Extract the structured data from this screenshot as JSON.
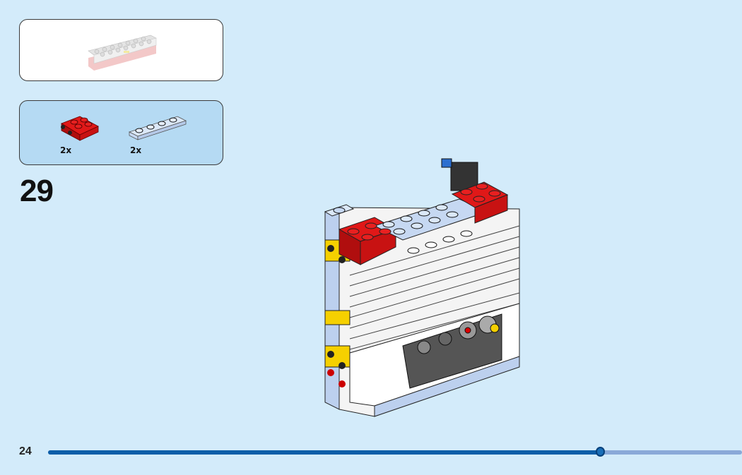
{
  "step_number": "29",
  "page_number": "24",
  "progress": 0.795,
  "parts_list": [
    {
      "part": "red-plate-2x2-with-side-studs",
      "quantity": "2x",
      "color": "#d01010"
    },
    {
      "part": "light-blue-plate-1x4",
      "quantity": "2x",
      "color": "#c6d8f2"
    }
  ],
  "colors": {
    "background": "#d3ebfa",
    "parts_panel": "#b5daf3",
    "progress_fill": "#0c5ea8",
    "progress_track": "#8aa9d8"
  }
}
